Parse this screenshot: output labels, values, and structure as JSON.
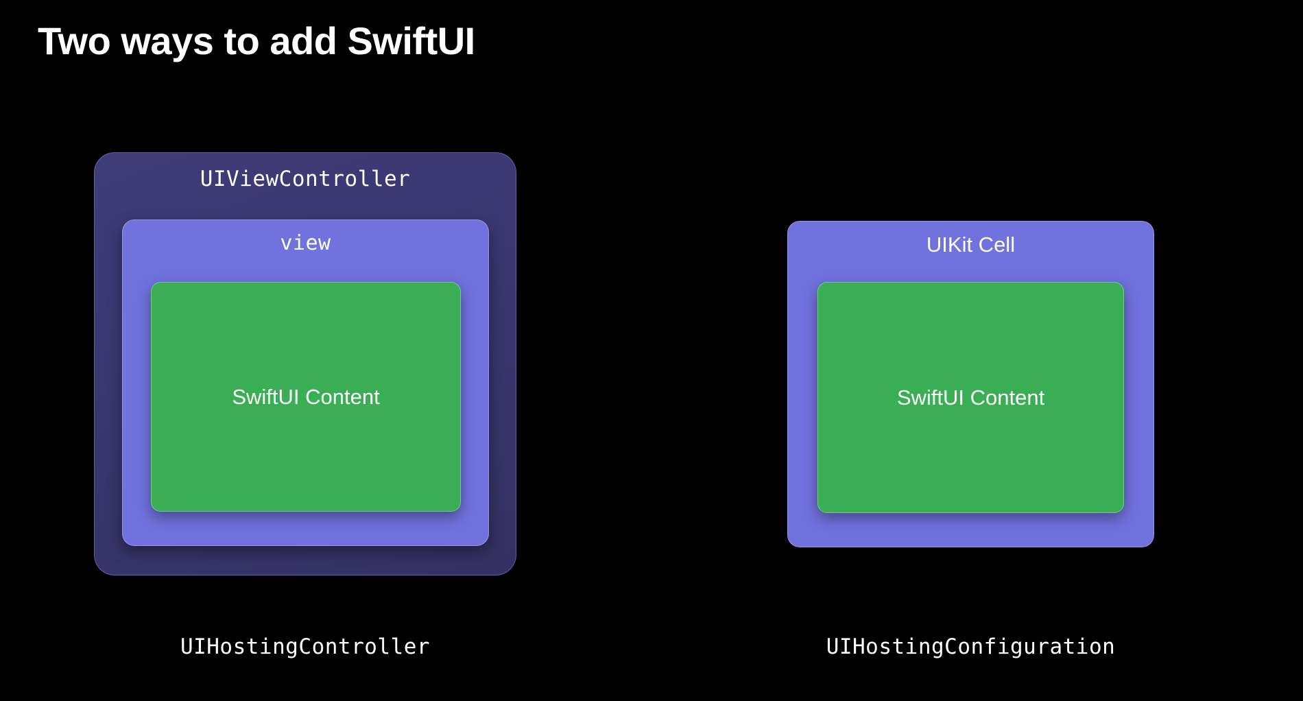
{
  "slide": {
    "title": "Two ways to add SwiftUI",
    "background_color": "#000000"
  },
  "colors": {
    "background": "#000000",
    "view_controller_fill": "#3a3a72",
    "view_fill": "#7172de",
    "uikit_cell_fill": "#7172de",
    "swiftui_content_fill": "#3aae55",
    "text": "#ffffff"
  },
  "left_group": {
    "outer_box_label": "UIViewController",
    "view_box_label": "view",
    "content_box_label": "SwiftUI Content",
    "caption": "UIHostingController"
  },
  "right_group": {
    "outer_box_label": "UIKit Cell",
    "content_box_label": "SwiftUI Content",
    "caption": "UIHostingConfiguration"
  }
}
